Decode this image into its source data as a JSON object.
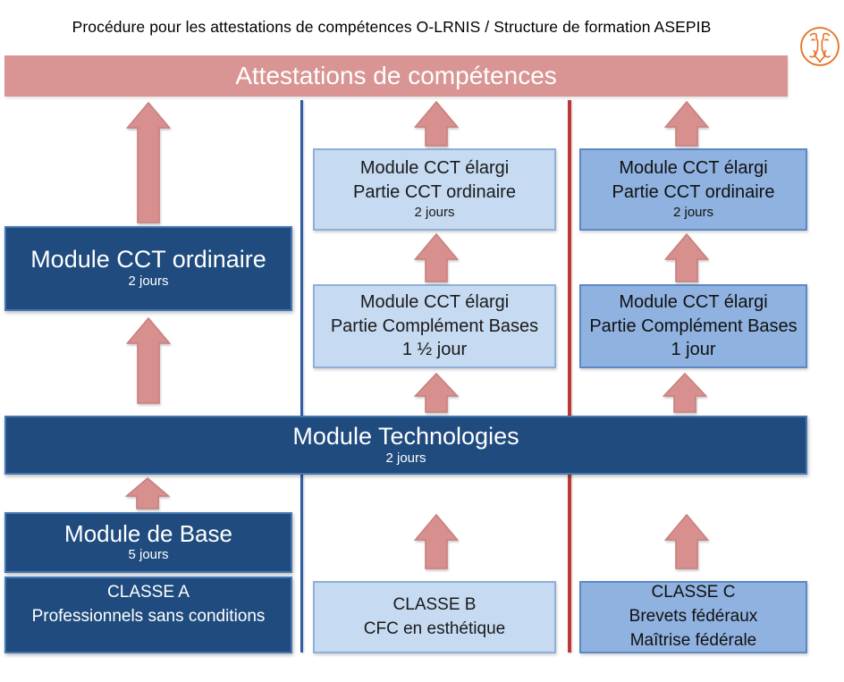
{
  "title": "Procédure pour les attestations de compétences O-LRNIS / Structure de formation ASEPIB",
  "banner": {
    "label": "Attestations de compétences"
  },
  "technologies": {
    "line1": "Module Technologies",
    "duration": "2 jours"
  },
  "left": {
    "cct_ordinaire": {
      "line1": "Module CCT ordinaire",
      "duration": "2 jours"
    },
    "base": {
      "line1": "Module de Base",
      "duration": "5 jours"
    },
    "classe": {
      "line1": "CLASSE A",
      "line2": "Professionnels sans conditions"
    }
  },
  "middle": {
    "elargi_ord": {
      "line1": "Module CCT élargi",
      "line2": "Partie CCT ordinaire",
      "duration": "2 jours"
    },
    "elargi_bases": {
      "line1": "Module CCT élargi",
      "line2": "Partie Complément Bases",
      "duration": "1 ½ jour"
    },
    "classe": {
      "line1": "CLASSE B",
      "line2": "CFC en esthétique"
    }
  },
  "right": {
    "elargi_ord": {
      "line1": "Module CCT élargi",
      "line2": "Partie CCT ordinaire",
      "duration": "2 jours"
    },
    "elargi_bases": {
      "line1": "Module CCT élargi",
      "line2": "Partie Complément Bases",
      "duration": "1 jour"
    },
    "classe": {
      "line1": "CLASSE C",
      "line2": "Brevets fédéraux",
      "line3": "Maîtrise fédérale"
    }
  },
  "colors": {
    "dark_blue_box": "#1F4B7E",
    "dark_blue_border": "#4577B3",
    "light_blue_box": "#C6DAF2",
    "light_blue_border": "#8FAFD8",
    "medium_blue_box": "#8FB2E0",
    "medium_blue_border": "#5C88C4",
    "banner_pink": "#D99594",
    "arrow_salmon": "#D8908E",
    "divider_blue": "#2E5DA6",
    "divider_red": "#BD3A34",
    "logo_orange": "#E8732C"
  },
  "icons": {
    "logo": "asepib-two-faces-logo",
    "arrow": "up-arrow"
  }
}
